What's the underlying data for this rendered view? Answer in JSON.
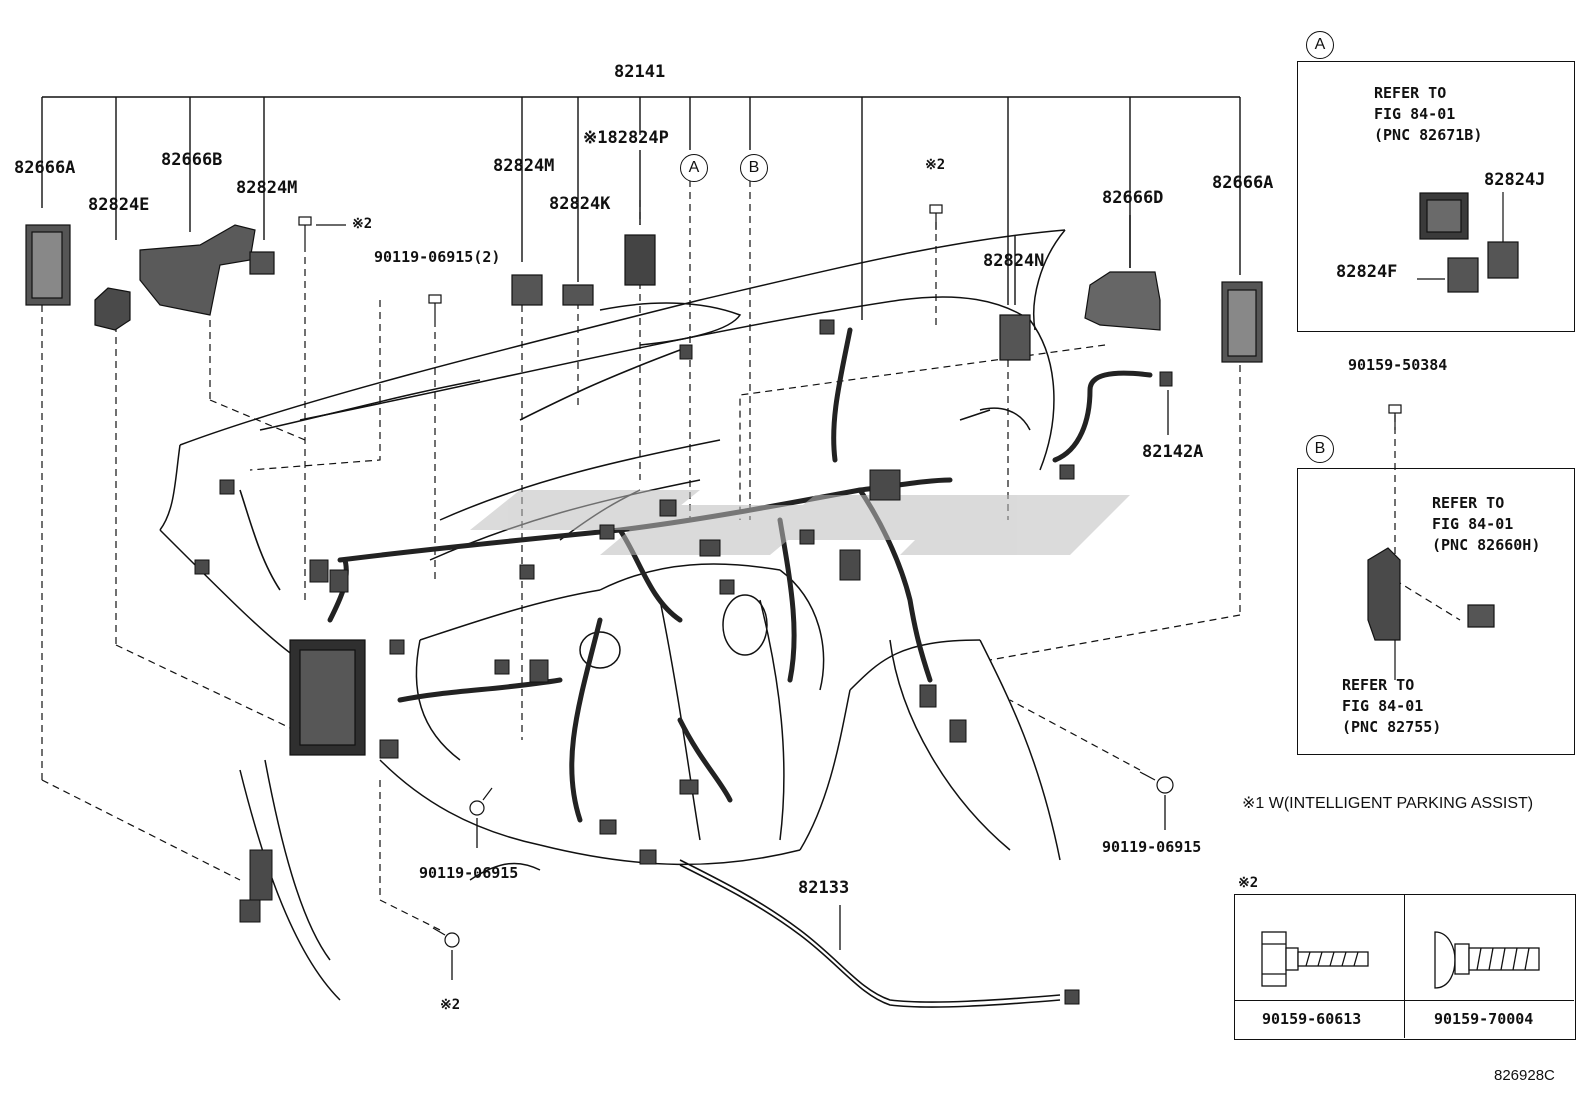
{
  "diagram_code": "826928C",
  "main_part": "82141",
  "callouts": {
    "c82666A_left": "82666A",
    "c82824E": "82824E",
    "c82666B": "82666B",
    "c82824M_left": "82824M",
    "c82824M_mid": "82824M",
    "c82824P": "※182824P",
    "c82824K": "82824K",
    "c90119_06915_2": "90119-06915(2)",
    "c82824N": "82824N",
    "c82666D": "82666D",
    "c82666A_right": "82666A",
    "c82142A": "82142A",
    "c90119_06915_bl": "90119-06915",
    "c90119_06915_br": "90119-06915",
    "c82133": "82133",
    "c90159_50384": "90159-50384"
  },
  "markers": {
    "mark2": "※2",
    "circle_A": "A",
    "circle_B": "B"
  },
  "inset_A": {
    "label": "A",
    "refer1": "REFER TO",
    "refer2": "FIG 84-01",
    "refer3": "(PNC 82671B)",
    "part_J": "82824J",
    "part_F": "82824F"
  },
  "inset_B": {
    "label": "B",
    "referA1": "REFER TO",
    "referA2": "FIG 84-01",
    "referA3": "(PNC 82660H)",
    "referB1": "REFER TO",
    "referB2": "FIG 84-01",
    "referB3": "(PNC 82755)"
  },
  "note1": "※1 W(INTELLIGENT PARKING ASSIST)",
  "bolt_table": {
    "title": "※2",
    "col1": "90159-60613",
    "col2": "90159-70004"
  }
}
